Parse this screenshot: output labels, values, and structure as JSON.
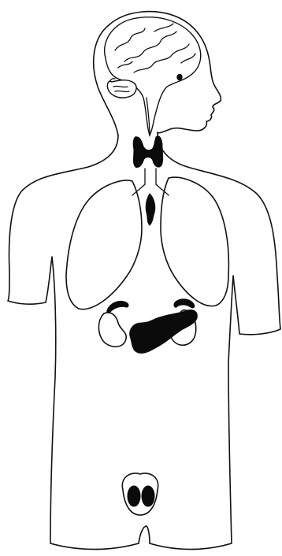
{
  "colors": {
    "line": "#111111",
    "gland": "#0b0b0b",
    "background": "#ffffff"
  },
  "structures": [
    "body-outline",
    "head",
    "brain",
    "pituitary-gland",
    "thyroid-gland",
    "thymus",
    "lungs",
    "adrenal-glands",
    "kidneys",
    "pancreas",
    "testes"
  ]
}
